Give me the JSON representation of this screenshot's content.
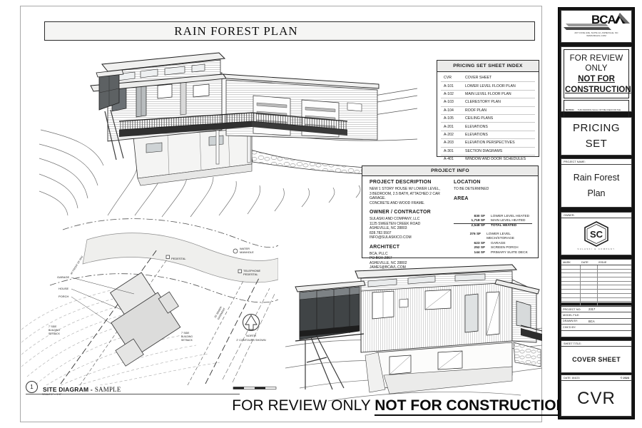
{
  "page": {
    "title": "RAIN FOREST PLAN"
  },
  "sheet_index": {
    "header": "PRICING SET SHEET INDEX",
    "rows": [
      {
        "no": "CVR",
        "title": "COVER SHEET"
      },
      {
        "no": "A-101",
        "title": "LOWER LEVEL FLOOR PLAN"
      },
      {
        "no": "A-102",
        "title": "MAIN LEVEL FLOOR PLAN"
      },
      {
        "no": "A-103",
        "title": "CLERESTORY PLAN"
      },
      {
        "no": "A-104",
        "title": "ROOF PLAN"
      },
      {
        "no": "A-105",
        "title": "CEILING PLANS"
      },
      {
        "no": "A-201",
        "title": "ELEVATIONS"
      },
      {
        "no": "A-202",
        "title": "ELEVATIONS"
      },
      {
        "no": "A-203",
        "title": "ELEVATION PERSPECTIVES"
      },
      {
        "no": "A-301",
        "title": "SECTION DIAGRAMS"
      },
      {
        "no": "A-401",
        "title": "WINDOW AND DOOR SCHEDULES"
      }
    ]
  },
  "project_info": {
    "header": "PROJECT INFO",
    "description_heading": "PROJECT DESCRIPTION",
    "description_l1": "NEW 1 STORY HOUSE W/ LOWER LEVEL,",
    "description_l2": "3 BEDROOM, 2.5 BATH, ATTACHED 2 CAR GARAGE.",
    "description_l3": "CONCRETE AND WOOD FRAME.",
    "owner_heading": "OWNER / CONTRACTOR",
    "owner_l1": "SULASKI AND COMPANY, LLC",
    "owner_l2": "1125 SWEETEN CREEK ROAD",
    "owner_l3": "ASHEVILLE, NC 28803",
    "owner_l4": "828.782.5507",
    "owner_l5": "INFO@SULASKICO.COM",
    "architect_heading": "ARCHITECT",
    "architect_l1": "BCA, PLLC",
    "architect_l2": "PO BOX 2867",
    "architect_l3": "ASHEVILLE, NC 28802",
    "architect_l4": "JAMES@BCAVL.COM",
    "location_heading": "LOCATION",
    "location_value": "TO BE DETERMINED",
    "area_heading": "AREA",
    "area_heated": [
      {
        "sf": "830 SF",
        "label": "LOWER LEVEL HEATED"
      },
      {
        "sf": "1,718 SF",
        "label": "MAIN LEVEL HEATED"
      },
      {
        "sf": "2,548 SF",
        "label": "TOTAL HEATED"
      }
    ],
    "area_other": [
      {
        "sf": "376 SF",
        "label": "LOWER LEVEL MECH/STORAGE"
      },
      {
        "sf": "623 SF",
        "label": "GARAGE"
      },
      {
        "sf": "252 SF",
        "label": "SCREEN PORCH"
      },
      {
        "sf": "144 SF",
        "label": "PRIMARY SUITE DECK"
      }
    ]
  },
  "site_diagram": {
    "number": "1",
    "label": "SITE DIAGRAM -",
    "label_sample": "SAMPLE",
    "scale_note": "SCALE 1\" = 1'-0\"",
    "labels": {
      "garage": "GARAGE",
      "house": "HOUSE",
      "porch": "PORCH",
      "setback_1": "7' SIDE",
      "setback_2": "BUILDING",
      "setback_3": "SETBACK",
      "sewer_1": "20' SEWER",
      "sewer_2": "EASEMENT",
      "telephone_1": "TELEPHONE",
      "telephone_2": "PEDESTAL",
      "manhole_1": "WATER",
      "manhole_2": "MANHOLE",
      "pedestal": "PEDESTAL",
      "front_rw": "45' FRONT OF R/W",
      "north": "NORTH",
      "contours": "2' CONTOURS SHOWN"
    }
  },
  "footer_notice": {
    "normal": "FOR REVIEW ONLY ",
    "bold": "NOT FOR CONSTRUCTION"
  },
  "titleblock": {
    "logo_text": "BCA",
    "logo_address": "207 COXE AVE, SUITE 12, ASHEVILLE, NC",
    "logo_web": "WWW.BCAVL.COM",
    "review_line1": "FOR REVIEW",
    "review_line2": "ONLY",
    "review_line3": "NOT FOR",
    "review_line4": "CONSTRUCTION",
    "notice_title": "NOTICE:",
    "notice_body": "THIS DRAWING SHALL NOT BE USED FOR THE PURPOSE OF CONSTRUCTION UNLESS THE PROJECT ARCHITECT'S SEAL AND SIGNATURE APPEAR ALONG WITH ITS CORRESPONDING SIGNATURE AND DATE.",
    "set_line1": "PRICING",
    "set_line2": "SET",
    "project_name_label": "PROJECT NAME:",
    "project_name_l1": "Rain Forest",
    "project_name_l2": "Plan",
    "owner_label": "OWNER:",
    "owner_logo_letters": "SC",
    "owner_logo_caption": "SULASKI & COMPANY",
    "rev_mark": "MARK",
    "rev_date": "DATE",
    "rev_issue": "ISSUE",
    "fields": [
      {
        "label": "PROJECT NO:",
        "value": "2317"
      },
      {
        "label": "MODEL FILE:",
        "value": ""
      },
      {
        "label": "DRAWN BY:",
        "value": "BCA"
      },
      {
        "label": "CHK'D BY:",
        "value": ""
      }
    ],
    "sheet_title_label": "SHEET TITLE:",
    "sheet_title": "COVER SHEET",
    "date_label": "DATE:",
    "date_value": "8/4/23",
    "copyright": "© 2023",
    "sheet_number": "CVR"
  }
}
